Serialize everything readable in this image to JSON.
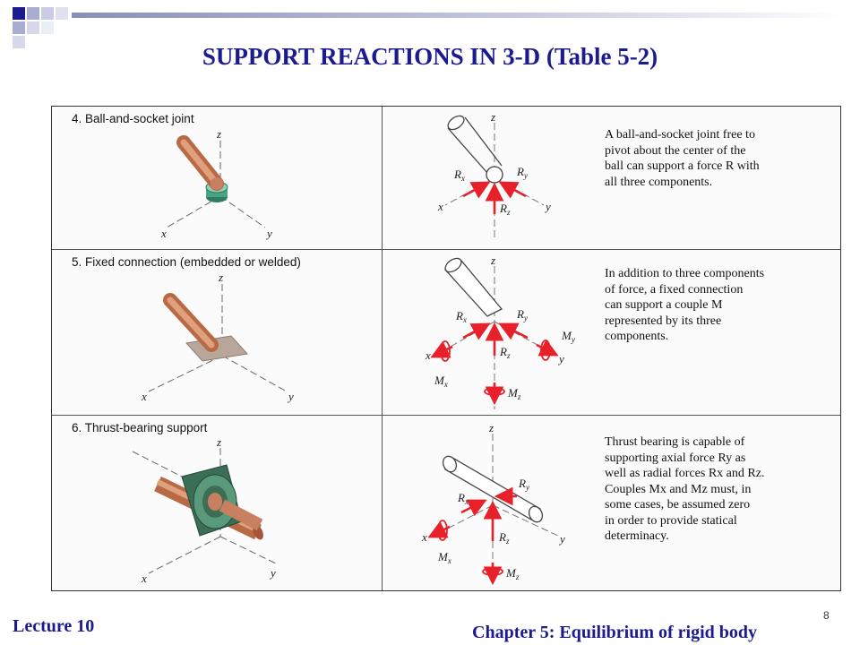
{
  "slide": {
    "title": "SUPPORT REACTIONS IN 3-D (Table 5-2)",
    "page_number": "8",
    "footer_left": "Lecture 10",
    "footer_right": "Chapter 5: Equilibrium of rigid body",
    "accent_color": "#1b1b8f",
    "reaction_color": "#e8202a"
  },
  "table": {
    "rows": [
      {
        "heading": "4.  Ball-and-socket joint",
        "description": [
          "A ball-and-socket joint free to",
          "pivot about the center of the",
          "ball can support a force R with",
          "all three components."
        ],
        "axes": {
          "x": "x",
          "y": "y",
          "z": "z"
        },
        "forces": {
          "rx": "R",
          "rx_sub": "x",
          "ry": "R",
          "ry_sub": "y",
          "rz": "R",
          "rz_sub": "z"
        }
      },
      {
        "heading": "5.  Fixed connection (embedded or welded)",
        "description": [
          "In addition to three components",
          "of force, a fixed connection",
          "can support a couple M",
          "represented by its three",
          "components."
        ],
        "axes": {
          "x": "x",
          "y": "y",
          "z": "z"
        },
        "forces": {
          "rx": "R",
          "rx_sub": "x",
          "ry": "R",
          "ry_sub": "y",
          "rz": "R",
          "rz_sub": "z"
        },
        "moments": {
          "mx": "M",
          "mx_sub": "x",
          "my": "M",
          "my_sub": "y",
          "mz": "M",
          "mz_sub": "z"
        }
      },
      {
        "heading": "6.  Thrust-bearing support",
        "description": [
          "Thrust bearing is capable of",
          "supporting axial force Ry as",
          "well as radial forces Rx and Rz.",
          "Couples Mx and Mz must, in",
          "some cases, be assumed zero",
          "in order to provide statical",
          "determinacy."
        ],
        "axes": {
          "x": "x",
          "y": "y",
          "z": "z"
        },
        "forces": {
          "rx": "R",
          "rx_sub": "x",
          "ry": "R",
          "ry_sub": "y",
          "rz": "R",
          "rz_sub": "z"
        },
        "moments": {
          "mx": "M",
          "mx_sub": "x",
          "mz": "M",
          "mz_sub": "z"
        }
      }
    ]
  }
}
